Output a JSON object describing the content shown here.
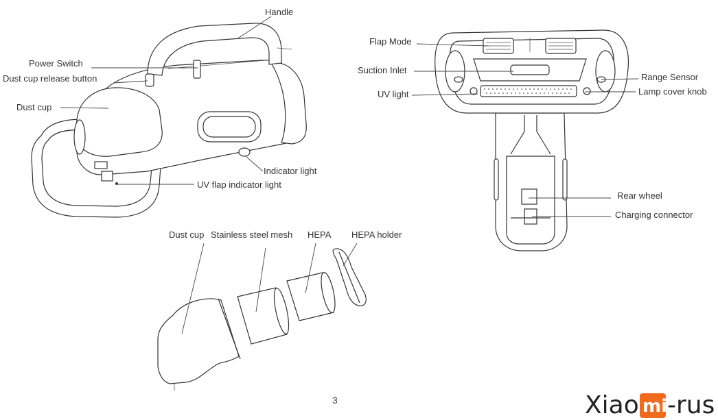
{
  "labels": {
    "handle": "Handle",
    "power_switch": "Power Switch",
    "dust_cup_release": "Dust cup release button",
    "dust_cup": "Dust cup",
    "indicator_light": "Indicator light",
    "uv_flap_indicator": "UV flap indicator light",
    "flap_mode": "Flap Mode",
    "suction_inlet": "Suction Inlet",
    "uv_light": "UV light",
    "range_sensor": "Range Sensor",
    "lamp_cover_knob": "Lamp cover knob",
    "rear_wheel": "Rear wheel",
    "charging_connector": "Charging connector",
    "exploded_dust_cup": "Dust cup",
    "stainless_mesh": "Stainless steel mesh",
    "hepa": "HEPA",
    "hepa_holder": "HEPA holder"
  },
  "page_number": "3",
  "brand": {
    "prefix": "Xiao",
    "mi_badge": "mi",
    "suffix": "-rus",
    "badge_color": "#f26a1b"
  }
}
